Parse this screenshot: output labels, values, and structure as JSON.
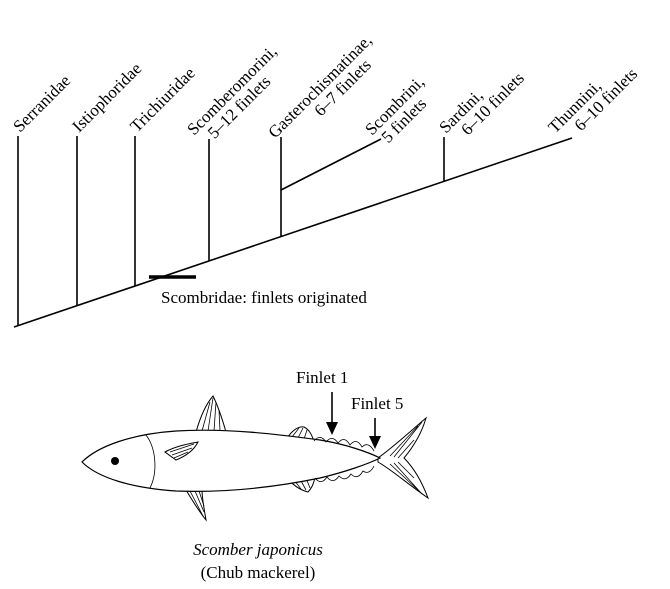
{
  "taxa": [
    {
      "id": "serranidae",
      "lines": [
        "Serranidae"
      ]
    },
    {
      "id": "istiophoridae",
      "lines": [
        "Istiophoridae"
      ]
    },
    {
      "id": "trichiuridae",
      "lines": [
        "Trichiuridae"
      ]
    },
    {
      "id": "scomberomorini",
      "lines": [
        "Scomberomorini,",
        "5–12 finlets"
      ]
    },
    {
      "id": "gasterochismatinae",
      "lines": [
        "Gasterochismatinae,",
        "6–7 finlets"
      ]
    },
    {
      "id": "scombrini",
      "lines": [
        "Scombrini,",
        "5 finlets"
      ]
    },
    {
      "id": "sardini",
      "lines": [
        "Sardini,",
        "6–10 finlets"
      ]
    },
    {
      "id": "thunnini",
      "lines": [
        "Thunnini,",
        "6–10 finlets"
      ]
    }
  ],
  "node_label": "Scombridae: finlets originated",
  "fish": {
    "finlet_1_label": "Finlet 1",
    "finlet_5_label": "Finlet 5",
    "species": "Scomber japonicus",
    "common_name": "(Chub mackerel)"
  }
}
